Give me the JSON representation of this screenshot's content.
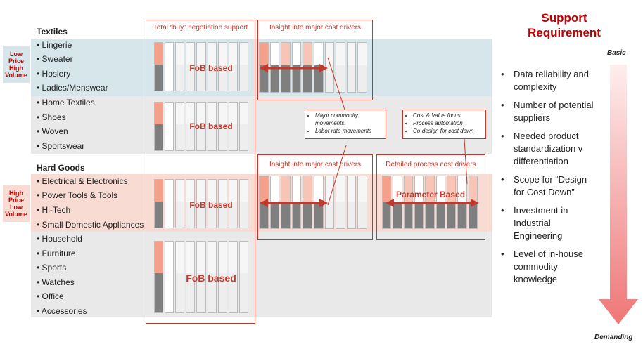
{
  "textiles": {
    "title": "Textiles",
    "items": [
      "Lingerie",
      "Sweater",
      "Hosiery",
      "Ladies/Menswear",
      "Home Textiles",
      "Shoes",
      "Woven",
      "Sportswear"
    ]
  },
  "hard_goods": {
    "title": "Hard Goods",
    "items": [
      "Electrical & Electronics",
      "Power Tools & Tools",
      "Hi-Tech",
      "Small Domestic Appliances",
      "Household",
      "Furniture",
      "Sports",
      "Watches",
      "Office",
      "Accessories"
    ]
  },
  "bullet": "•",
  "segments": {
    "low": "Low Price High Volume",
    "high": "High Price Low Volume"
  },
  "columns": {
    "negotiation": "Total “buy” negotiation support",
    "insight_top": "Insight into major cost drivers",
    "insight_bottom": "Insight into major cost drivers",
    "detailed": "Detailed process cost drivers"
  },
  "fob_label": "FoB based",
  "parameter_label": "Parameter Based",
  "callouts": {
    "commodity": [
      "Major commodity movements.",
      "Labor rate movements"
    ],
    "cost_value": [
      "Cost & Value focus",
      "Process automation",
      "Co-design for cost down"
    ]
  },
  "support": {
    "title_line1": "Support",
    "title_line2": "Requirement",
    "basic": "Basic",
    "demanding": "Demanding",
    "items": [
      "Data reliability and complexity",
      "Number of potential suppliers",
      "Needed product standardization v differentiation",
      "Scope for “Design for Cost Down”",
      "Investment in Industrial Engineering",
      "Level of in-house commodity knowledge"
    ]
  },
  "colors": {
    "accent_red": "#c0392b",
    "title_red": "#c00000",
    "band_blue": "#d6e6ea",
    "band_grey": "#e9e9e9",
    "band_pink": "#f8dcd4",
    "salmon": "#f4a08a",
    "dark_grey": "#7f7f7f"
  }
}
